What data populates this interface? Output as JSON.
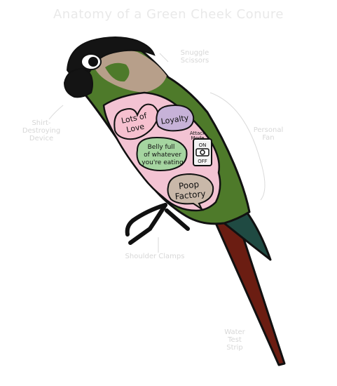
{
  "title": "Anatomy of a Green Cheek Conure",
  "labels": {
    "snuggle_line1": "Snuggle",
    "snuggle_line2": "Scissors",
    "shirt_line1": "Shirt-",
    "shirt_line2": "Destroying",
    "shirt_line3": "Device",
    "personal_line1": "Personal",
    "personal_line2": "Fan",
    "shoulder": "Shoulder Clamps",
    "water_line1": "Water",
    "water_line2": "Test",
    "water_line3": "Strip"
  },
  "bubbles": {
    "love_line1": "Lots of",
    "love_line2": "Love",
    "loyalty": "Loyalty",
    "belly_line1": "Belly full",
    "belly_line2": "of whatever",
    "belly_line3": "you're eating",
    "attack_line1": "Attack",
    "attack_line2": "Mode",
    "switch_on": "ON",
    "switch_off": "OFF",
    "poop_line1": "Poop",
    "poop_line2": "Factory"
  },
  "colors": {
    "body_green": "#4e7a2a",
    "cheek_tan": "#b79f8a",
    "head_black": "#141414",
    "chest_pink": "#f3c3d3",
    "tail_red": "#6b1d12",
    "wing_teal": "#1f4a42",
    "loyalty_lavender": "#c7b2d8",
    "belly_green": "#a5d5a0",
    "poop_tan": "#c9b8a9",
    "love_pink": "#f6c0cf"
  }
}
